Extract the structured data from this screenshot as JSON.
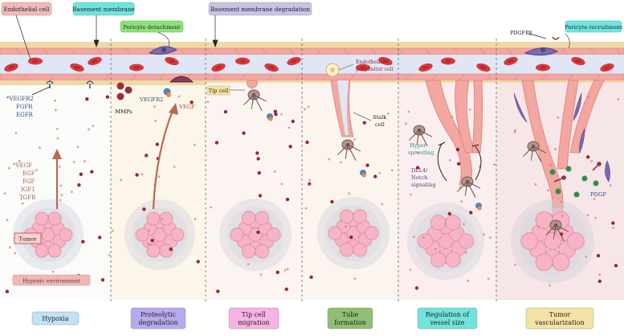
{
  "colors": {
    "endothelial": "#f2a7a0",
    "vessel_lumen": "#dfe5f5",
    "basement": "#f0d9a8",
    "rbc": "#d8383a",
    "tumor": "#f6b4c4",
    "arrow": "#b86a52",
    "receptor": "#3a5f8c",
    "dot": "#8f1f2a",
    "pericyte": "#7a6bb3"
  },
  "top_labels": {
    "endothelial_cell": "Endothelial cell",
    "basement_membrane": "Basement membrane",
    "basement_membrane_degradation": "Basement membrane degradation",
    "pericyte_detachment": "Pericyte detachment",
    "pericyte_recruitment": "Pericyte recruitment",
    "pdgfrb": "PDGFRβ"
  },
  "annotations": {
    "receptors": [
      "*VEGFR2",
      "FGFR",
      "EGFR"
    ],
    "factors": [
      "*VEGF",
      "EGF",
      "FGF",
      "IGF1",
      "TGFB"
    ],
    "tumor": "Tumor",
    "hypoxic": "Hypoxic environment",
    "mmps": "MMPs",
    "vegfr2": "VEGFR2",
    "vegf": "VEGF",
    "tip_cell": "Tip cell",
    "epc": [
      "Endothelial",
      "progenitor cell"
    ],
    "stalk": [
      "Stalk",
      "cell"
    ],
    "hypersprouting": [
      "Hyper-",
      "sprouting"
    ],
    "dll4": [
      "DLL4/",
      "Notch",
      "signaling"
    ],
    "pdgf": "PDGF"
  },
  "stages": [
    {
      "label": [
        "Hypoxia"
      ],
      "color": "#bfe3f3"
    },
    {
      "label": [
        "Proteolytic",
        "degradation"
      ],
      "color": "#b8a9ef"
    },
    {
      "label": [
        "Tip cell",
        "migration"
      ],
      "color": "#f7b3e3"
    },
    {
      "label": [
        "Tube",
        "formation"
      ],
      "color": "#8fbf74"
    },
    {
      "label": [
        "Regulation of",
        "vessel size"
      ],
      "color": "#6fe4dc"
    },
    {
      "label": [
        "Tumor",
        "vascularization"
      ],
      "color": "#f5e3a6"
    }
  ]
}
